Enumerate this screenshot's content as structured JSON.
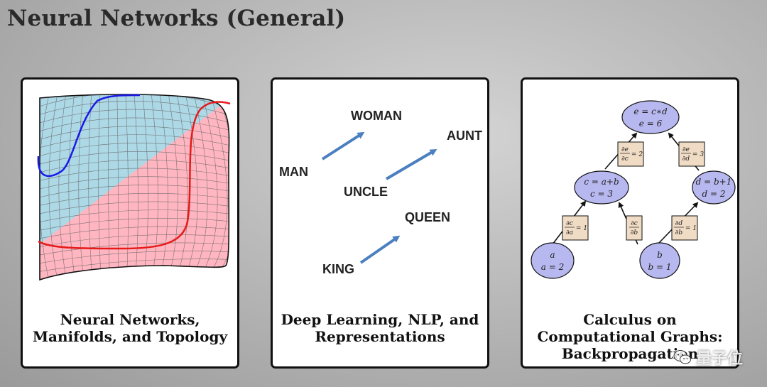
{
  "slide_title": "Neural Networks (General)",
  "cards": [
    {
      "caption_lines": [
        "Neural Networks,",
        "Manifolds, and Topology"
      ]
    },
    {
      "caption_lines": [
        "Deep Learning, NLP, and",
        "Representations"
      ],
      "words": {
        "man": "MAN",
        "woman": "WOMAN",
        "uncle": "UNCLE",
        "aunt": "AUNT",
        "king": "KING",
        "queen": "QUEEN"
      }
    },
    {
      "caption_lines": [
        "Calculus on",
        "Computational Graphs:",
        "Backpropagation"
      ],
      "nodes": {
        "e": {
          "line1": "e = c∗d",
          "line2": "e = 6"
        },
        "c": {
          "line1": "c = a+b",
          "line2": "c = 3"
        },
        "d": {
          "line1": "d = b+1",
          "line2": "d = 2"
        },
        "a": {
          "line1": "a",
          "line2": "a = 2"
        },
        "b": {
          "line1": "b",
          "line2": "b = 1"
        }
      },
      "edges": {
        "de_dc": {
          "num": "∂e",
          "den": "∂c",
          "val": "= 2"
        },
        "de_dd": {
          "num": "∂e",
          "den": "∂d",
          "val": "= 3"
        },
        "dc_da": {
          "num": "∂c",
          "den": "∂a",
          "val": "= 1"
        },
        "dc_db": {
          "num": "∂c",
          "den": "∂b",
          "val": ""
        },
        "dd_db": {
          "num": "∂d",
          "den": "∂b",
          "val": "= 1"
        }
      }
    }
  ],
  "watermark": "量子位",
  "colors": {
    "manifold_blue_region": "#add8e6",
    "manifold_pink_region": "#ffb6c1",
    "blue_curve": "#1a1ae6",
    "red_curve": "#e61a1a",
    "arrow_blue": "#4a7fc0",
    "node_fill": "#b8b8f0",
    "edge_label_fill": "#f0dcc4"
  }
}
